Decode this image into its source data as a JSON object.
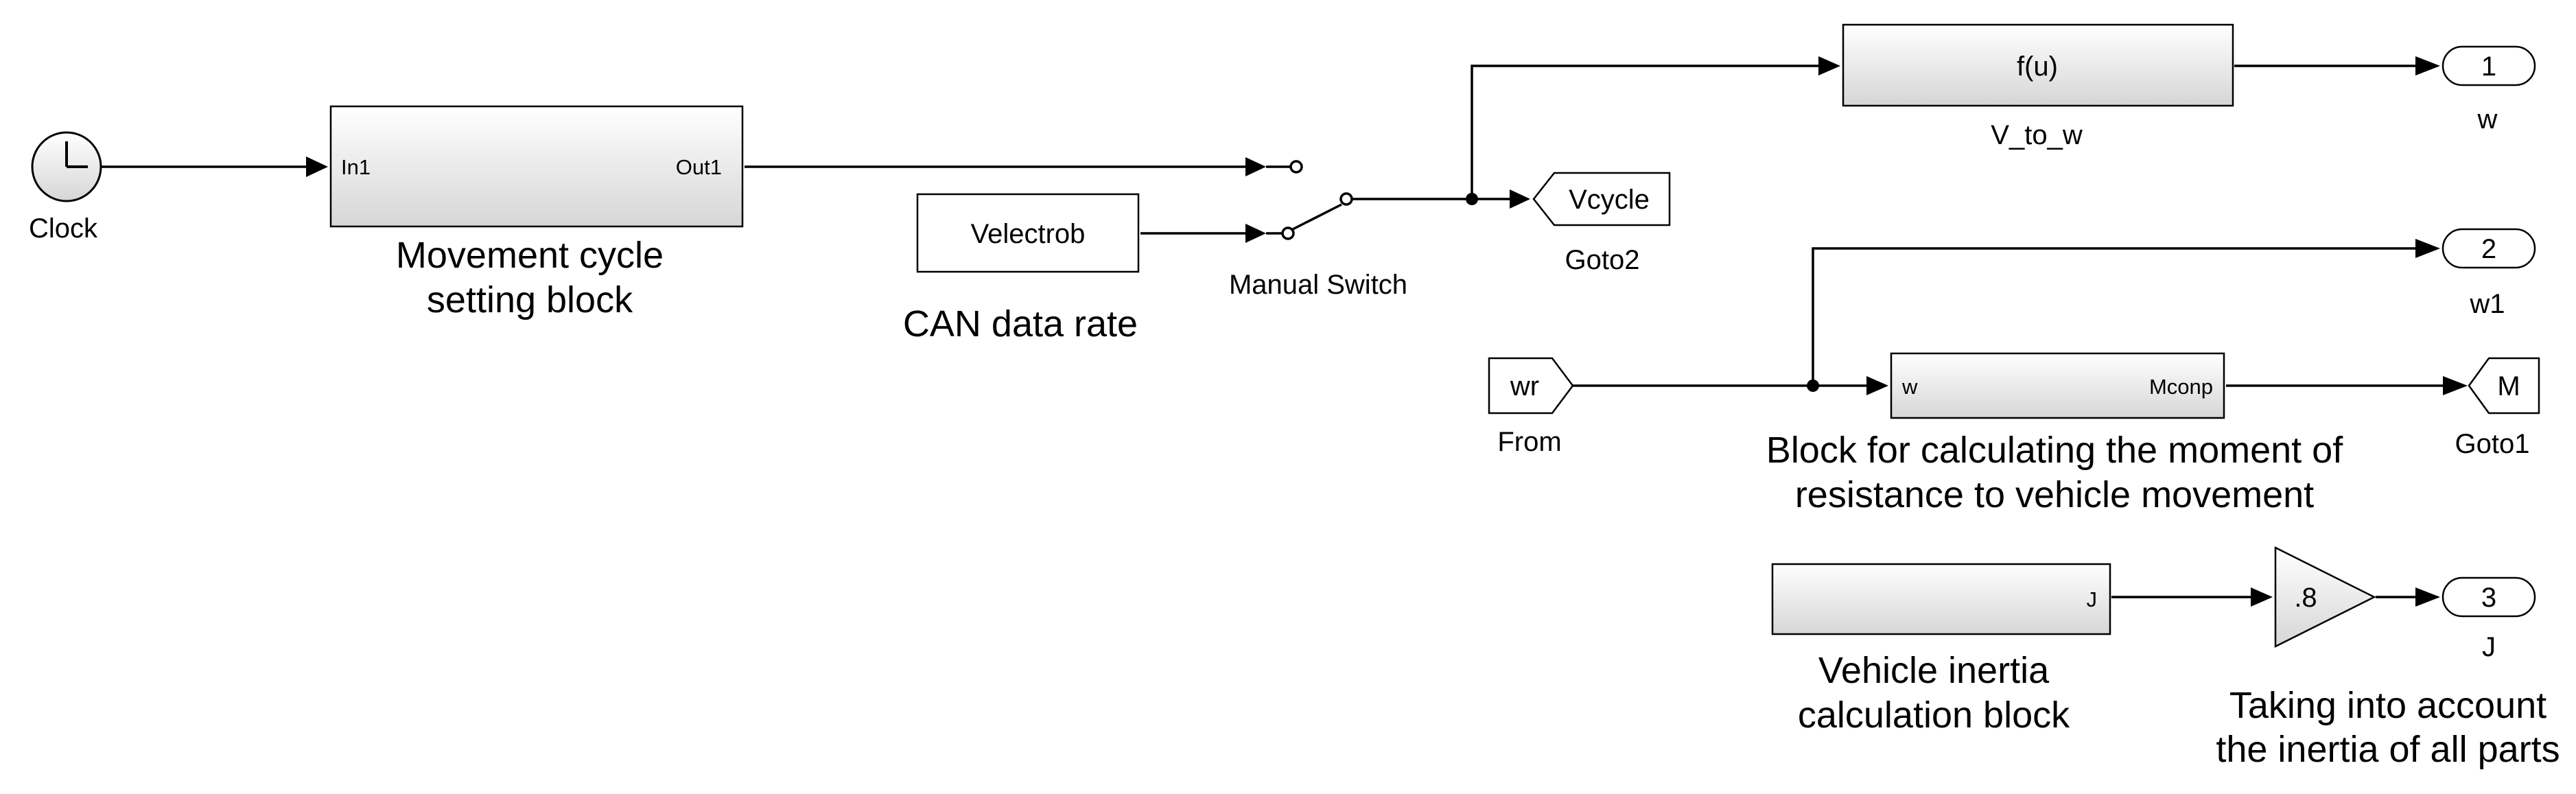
{
  "diagram": {
    "clock": {
      "label": "Clock"
    },
    "movement_block": {
      "in_port": "In1",
      "out_port": "Out1",
      "caption_line1": "Movement cycle",
      "caption_line2": "setting block"
    },
    "velectrob_block": {
      "text": "Velectrob",
      "caption": "CAN data rate"
    },
    "manual_switch": {
      "label": "Manual Switch"
    },
    "goto2": {
      "tag": "Vcycle",
      "label": "Goto2"
    },
    "fcn_block": {
      "expression": "f(u)",
      "label": "V_to_w"
    },
    "outport1": {
      "number": "1",
      "label": "w"
    },
    "outport2": {
      "number": "2",
      "label": "w1"
    },
    "outport3": {
      "number": "3",
      "label": "J"
    },
    "from_block": {
      "tag": "wr",
      "label": "From"
    },
    "moment_block": {
      "in_port": "w",
      "out_port": "Mconp",
      "caption_line1": "Block for calculating the moment of",
      "caption_line2": "resistance to vehicle movement"
    },
    "goto1": {
      "tag": "M",
      "label": "Goto1"
    },
    "inertia_block": {
      "out_port": "J",
      "caption_line1": "Vehicle inertia",
      "caption_line2": "calculation block"
    },
    "gain_block": {
      "value": ".8",
      "caption_line1": "Taking into account",
      "caption_line2": "the inertia of all parts"
    }
  }
}
